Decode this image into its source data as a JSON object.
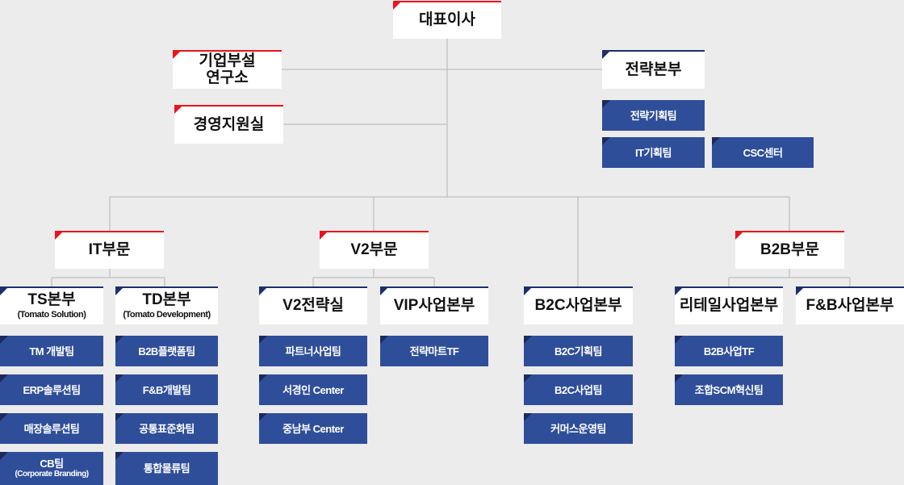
{
  "ceo": "대표이사",
  "lab": {
    "line1": "기업부설",
    "line2": "연구소"
  },
  "management": "경영지원실",
  "strategy": {
    "title": "전략본부",
    "teams": [
      "전략기획팀",
      "IT기획팀",
      "CSC센터"
    ]
  },
  "it_division": {
    "title": "IT부문",
    "ts": {
      "title": "TS본부",
      "sub": "(Tomato Solution)",
      "teams": [
        "TM 개발팀",
        "ERP솔루션팀",
        "매장솔루션팀"
      ],
      "cb": {
        "title": "CB팀",
        "sub": "(Corporate Branding)"
      }
    },
    "td": {
      "title": "TD본부",
      "sub": "(Tomato Development)",
      "teams": [
        "B2B플랫폼팀",
        "F&B개발팀",
        "공통표준화팀",
        "통합물류팀"
      ]
    }
  },
  "v2_division": {
    "title": "V2부문",
    "strategy_office": {
      "title": "V2전략실",
      "teams": [
        "파트너사업팀",
        "서경인 Center",
        "중남부 Center"
      ]
    },
    "vip": {
      "title": "VIP사업본부",
      "teams": [
        "전략마트TF"
      ]
    }
  },
  "b2c": {
    "title": "B2C사업본부",
    "teams": [
      "B2C기획팀",
      "B2C사업팀",
      "커머스운영팀"
    ]
  },
  "b2b_division": {
    "title": "B2B부문",
    "retail": {
      "title": "리테일사업본부",
      "teams": [
        "B2B사업TF",
        "조합SCM혁신팀"
      ]
    },
    "fnb": {
      "title": "F&B사업본부"
    }
  },
  "colors": {
    "accent_red": "#e8141e",
    "accent_navy": "#1b2f6e",
    "team_blue": "#2f4e9a",
    "line": "#b4b4b4",
    "background": "#ececec"
  }
}
